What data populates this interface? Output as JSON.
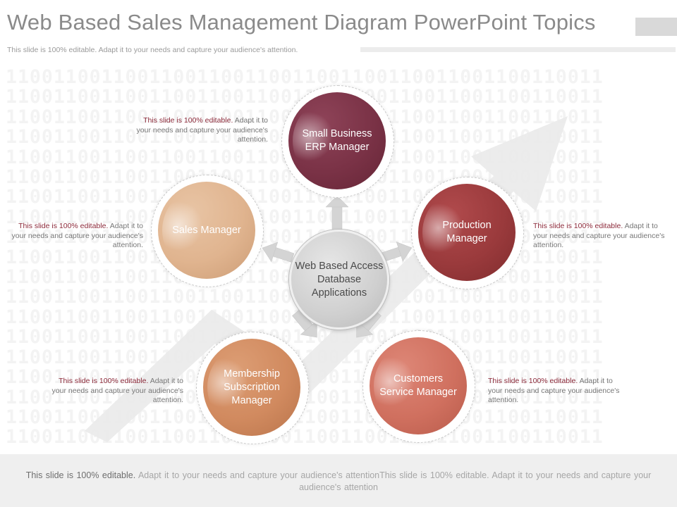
{
  "header": {
    "title": "Web Based Sales Management Diagram PowerPoint Topics",
    "subtitle": "This slide is 100% editable. Adapt it to your needs and capture your audience's attention."
  },
  "background_binary": "11001100110011001100110011001100110011001100110011",
  "diagram": {
    "center": {
      "label": "Web Based Access Database Applications"
    },
    "nodes": [
      {
        "id": "top",
        "label": "Small Business ERP Manager",
        "color": "#7a3246"
      },
      {
        "id": "right",
        "label": "Production Manager",
        "color": "#9a3a3c"
      },
      {
        "id": "lower-right",
        "label": "Customers Service Manager",
        "color": "#d0705f"
      },
      {
        "id": "lower-left",
        "label": "Membership Subscription Manager",
        "color": "#d18a5f"
      },
      {
        "id": "left",
        "label": "Sales Manager",
        "color": "#e0b48f"
      }
    ],
    "notes": [
      {
        "highlight": "This slide is 100% editable.",
        "rest": " Adapt it to your needs and capture your audience's attention."
      },
      {
        "highlight": "This slide is 100% editable.",
        "rest": " Adapt it to your needs and capture your audience's attention."
      },
      {
        "highlight": "This slide is 100% editable.",
        "rest": " Adapt it to your needs and capture your audience's attention."
      },
      {
        "highlight": "This slide is 100% editable.",
        "rest": " Adapt it to your needs and capture your audience's attention."
      },
      {
        "highlight": "This slide is 100% editable.",
        "rest": " Adapt it to your needs and capture your audience's attention."
      }
    ]
  },
  "footer": {
    "lead": "This slide is 100% editable.",
    "rest": " Adapt it to your needs and capture your audience's attentionThis slide is 100% editable. Adapt it to your needs and capture your audience's attention"
  }
}
